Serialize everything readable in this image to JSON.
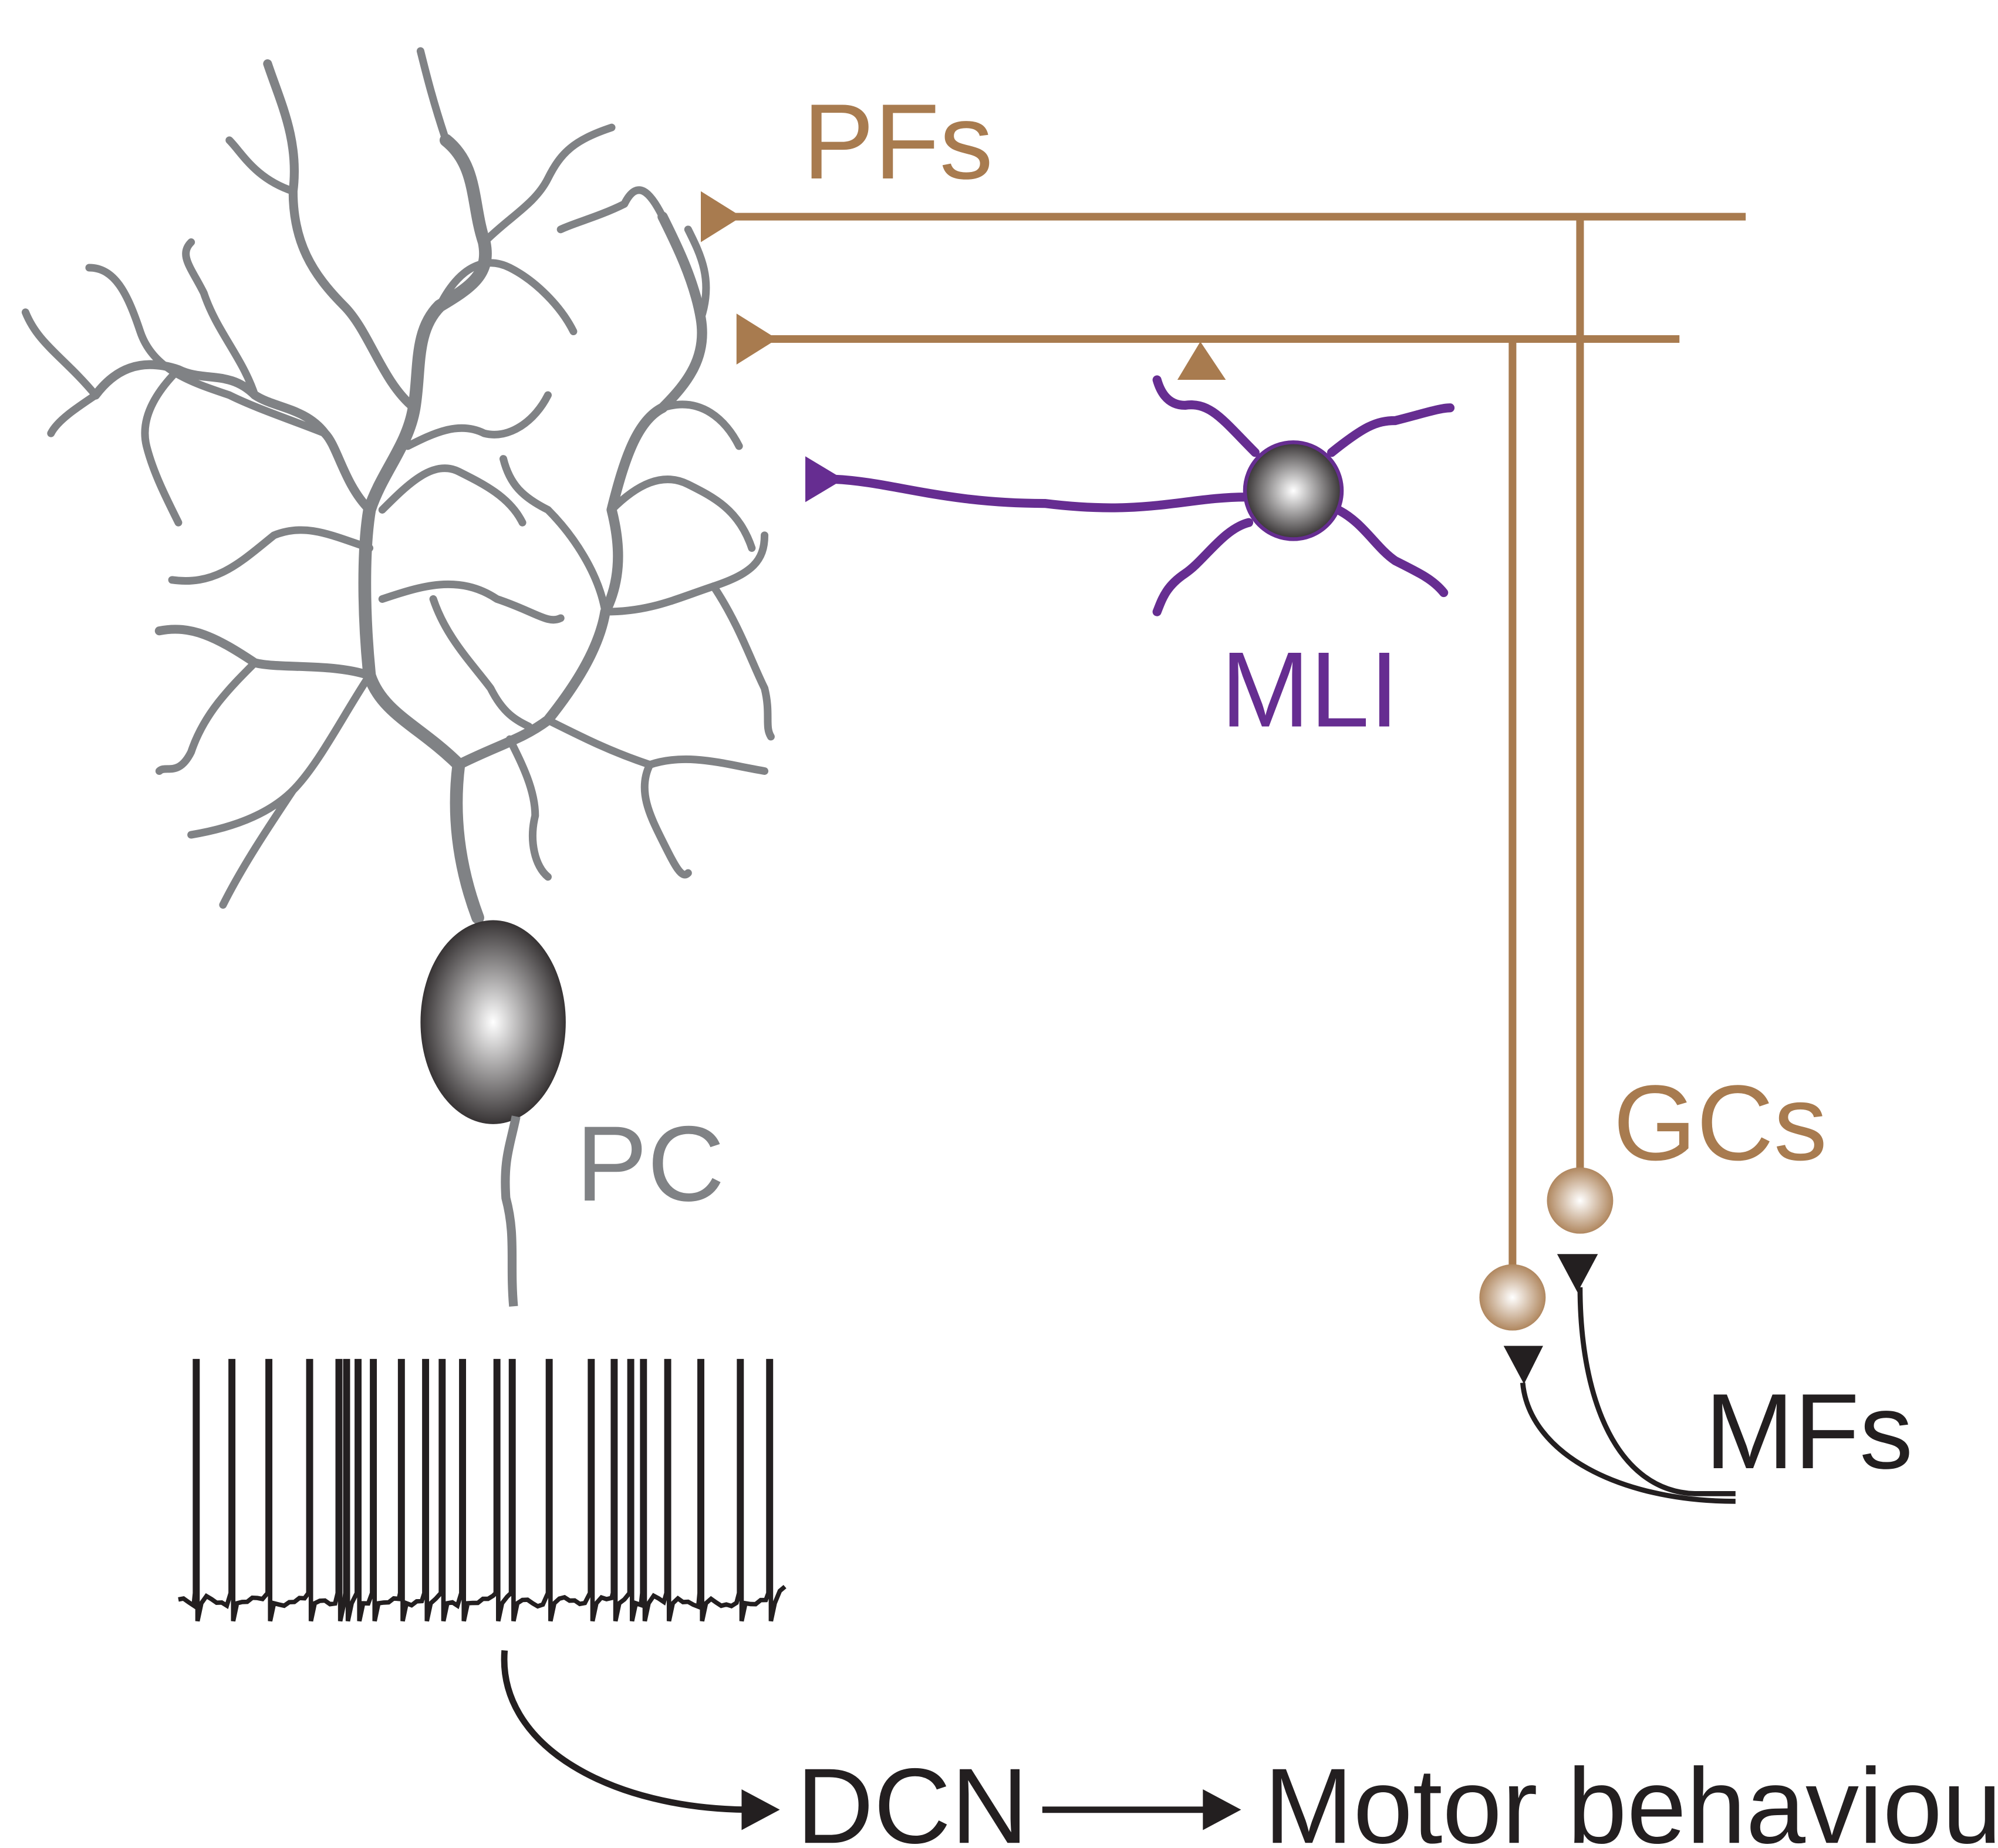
{
  "labels": {
    "pfs": "PFs",
    "mli": "MLI",
    "pc": "PC",
    "gcs": "GCs",
    "mfs": "MFs",
    "dcn": "DCN",
    "motor": "Motor behaviour"
  },
  "colors": {
    "granule": "#a87b4f",
    "interneuron": "#662d91",
    "purkinje": "#808285",
    "ink": "#231f20"
  }
}
